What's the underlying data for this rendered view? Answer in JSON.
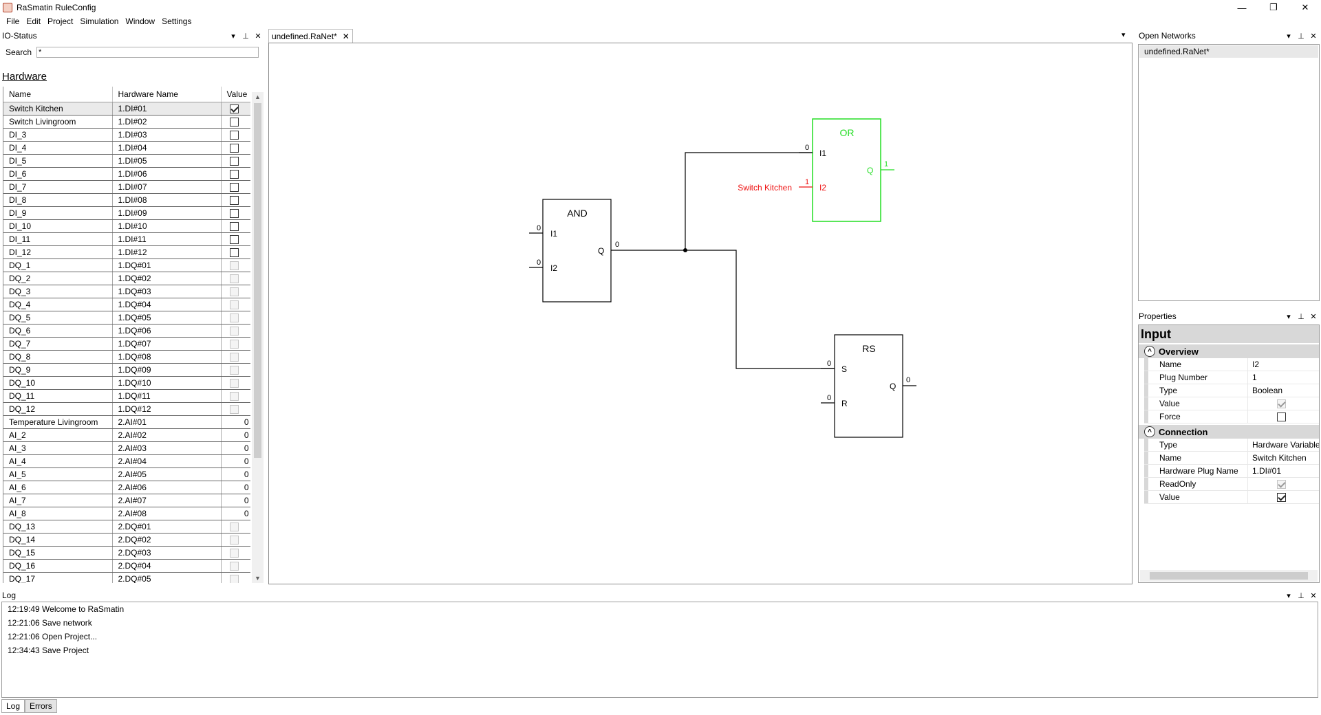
{
  "window": {
    "title": "RaSmatin RuleConfig",
    "controls": [
      "—",
      "❐",
      "✕"
    ]
  },
  "menu": [
    "File",
    "Edit",
    "Project",
    "Simulation",
    "Window",
    "Settings"
  ],
  "io_status": {
    "title": "IO-Status",
    "search_label": "Search",
    "search_value": "*",
    "section": "Hardware",
    "columns": [
      "Name",
      "Hardware Name",
      "Value"
    ],
    "rows": [
      {
        "name": "Switch Kitchen",
        "hw": "1.DI#01",
        "kind": "bool",
        "value": true,
        "disabled": false
      },
      {
        "name": "Switch Livingroom",
        "hw": "1.DI#02",
        "kind": "bool",
        "value": false,
        "disabled": false
      },
      {
        "name": "DI_3",
        "hw": "1.DI#03",
        "kind": "bool",
        "value": false,
        "disabled": false
      },
      {
        "name": "DI_4",
        "hw": "1.DI#04",
        "kind": "bool",
        "value": false,
        "disabled": false
      },
      {
        "name": "DI_5",
        "hw": "1.DI#05",
        "kind": "bool",
        "value": false,
        "disabled": false
      },
      {
        "name": "DI_6",
        "hw": "1.DI#06",
        "kind": "bool",
        "value": false,
        "disabled": false
      },
      {
        "name": "DI_7",
        "hw": "1.DI#07",
        "kind": "bool",
        "value": false,
        "disabled": false
      },
      {
        "name": "DI_8",
        "hw": "1.DI#08",
        "kind": "bool",
        "value": false,
        "disabled": false
      },
      {
        "name": "DI_9",
        "hw": "1.DI#09",
        "kind": "bool",
        "value": false,
        "disabled": false
      },
      {
        "name": "DI_10",
        "hw": "1.DI#10",
        "kind": "bool",
        "value": false,
        "disabled": false
      },
      {
        "name": "DI_11",
        "hw": "1.DI#11",
        "kind": "bool",
        "value": false,
        "disabled": false
      },
      {
        "name": "DI_12",
        "hw": "1.DI#12",
        "kind": "bool",
        "value": false,
        "disabled": false
      },
      {
        "name": "DQ_1",
        "hw": "1.DQ#01",
        "kind": "bool",
        "value": false,
        "disabled": true
      },
      {
        "name": "DQ_2",
        "hw": "1.DQ#02",
        "kind": "bool",
        "value": false,
        "disabled": true
      },
      {
        "name": "DQ_3",
        "hw": "1.DQ#03",
        "kind": "bool",
        "value": false,
        "disabled": true
      },
      {
        "name": "DQ_4",
        "hw": "1.DQ#04",
        "kind": "bool",
        "value": false,
        "disabled": true
      },
      {
        "name": "DQ_5",
        "hw": "1.DQ#05",
        "kind": "bool",
        "value": false,
        "disabled": true
      },
      {
        "name": "DQ_6",
        "hw": "1.DQ#06",
        "kind": "bool",
        "value": false,
        "disabled": true
      },
      {
        "name": "DQ_7",
        "hw": "1.DQ#07",
        "kind": "bool",
        "value": false,
        "disabled": true
      },
      {
        "name": "DQ_8",
        "hw": "1.DQ#08",
        "kind": "bool",
        "value": false,
        "disabled": true
      },
      {
        "name": "DQ_9",
        "hw": "1.DQ#09",
        "kind": "bool",
        "value": false,
        "disabled": true
      },
      {
        "name": "DQ_10",
        "hw": "1.DQ#10",
        "kind": "bool",
        "value": false,
        "disabled": true
      },
      {
        "name": "DQ_11",
        "hw": "1.DQ#11",
        "kind": "bool",
        "value": false,
        "disabled": true
      },
      {
        "name": "DQ_12",
        "hw": "1.DQ#12",
        "kind": "bool",
        "value": false,
        "disabled": true
      },
      {
        "name": "Temperature Livingroom",
        "hw": "2.AI#01",
        "kind": "num",
        "value": "0",
        "disabled": false
      },
      {
        "name": "AI_2",
        "hw": "2.AI#02",
        "kind": "num",
        "value": "0",
        "disabled": false
      },
      {
        "name": "AI_3",
        "hw": "2.AI#03",
        "kind": "num",
        "value": "0",
        "disabled": false
      },
      {
        "name": "AI_4",
        "hw": "2.AI#04",
        "kind": "num",
        "value": "0",
        "disabled": false
      },
      {
        "name": "AI_5",
        "hw": "2.AI#05",
        "kind": "num",
        "value": "0",
        "disabled": false
      },
      {
        "name": "AI_6",
        "hw": "2.AI#06",
        "kind": "num",
        "value": "0",
        "disabled": false
      },
      {
        "name": "AI_7",
        "hw": "2.AI#07",
        "kind": "num",
        "value": "0",
        "disabled": false
      },
      {
        "name": "AI_8",
        "hw": "2.AI#08",
        "kind": "num",
        "value": "0",
        "disabled": false
      },
      {
        "name": "DQ_13",
        "hw": "2.DQ#01",
        "kind": "bool",
        "value": false,
        "disabled": true
      },
      {
        "name": "DQ_14",
        "hw": "2.DQ#02",
        "kind": "bool",
        "value": false,
        "disabled": true
      },
      {
        "name": "DQ_15",
        "hw": "2.DQ#03",
        "kind": "bool",
        "value": false,
        "disabled": true
      },
      {
        "name": "DQ_16",
        "hw": "2.DQ#04",
        "kind": "bool",
        "value": false,
        "disabled": true
      },
      {
        "name": "DQ_17",
        "hw": "2.DQ#05",
        "kind": "bool",
        "value": false,
        "disabled": true
      }
    ]
  },
  "document": {
    "tab_label": "undefined.RaNet*",
    "blocks": {
      "and": {
        "title": "AND",
        "inputs": [
          "I1",
          "I2"
        ],
        "input_values": [
          "0",
          "0"
        ],
        "output": "Q",
        "output_value": "0"
      },
      "or": {
        "title": "OR",
        "inputs": [
          "I1",
          "I2"
        ],
        "input_values": [
          "0",
          "1"
        ],
        "output": "Q",
        "output_value": "1",
        "i2_connection": "Switch Kitchen"
      },
      "rs": {
        "title": "RS",
        "inputs": [
          "S",
          "R"
        ],
        "input_values": [
          "0",
          "0"
        ],
        "output": "Q",
        "output_value": "0"
      }
    },
    "colors": {
      "active": "#22dd22",
      "connection": "#ee1111",
      "wire": "#000000"
    }
  },
  "open_networks": {
    "title": "Open Networks",
    "items": [
      "undefined.RaNet*"
    ]
  },
  "properties": {
    "title": "Properties",
    "object_type": "Input",
    "sections": [
      {
        "label": "Overview",
        "rows": [
          {
            "key": "Name",
            "kind": "text",
            "value": "I2"
          },
          {
            "key": "Plug Number",
            "kind": "text",
            "value": "1"
          },
          {
            "key": "Type",
            "kind": "text",
            "value": "Boolean"
          },
          {
            "key": "Value",
            "kind": "check",
            "value": true,
            "disabled": true
          },
          {
            "key": "Force",
            "kind": "check",
            "value": false,
            "disabled": false
          }
        ]
      },
      {
        "label": "Connection",
        "rows": [
          {
            "key": "Type",
            "kind": "text",
            "value": "Hardware Variable"
          },
          {
            "key": "Name",
            "kind": "text",
            "value": "Switch Kitchen"
          },
          {
            "key": "Hardware Plug Name",
            "kind": "text",
            "value": "1.DI#01"
          },
          {
            "key": "ReadOnly",
            "kind": "check",
            "value": true,
            "disabled": true
          },
          {
            "key": "Value",
            "kind": "check",
            "value": true,
            "disabled": false
          }
        ]
      }
    ]
  },
  "log": {
    "title": "Log",
    "lines": [
      "12:19:49 Welcome to RaSmatin",
      "12:21:06 Save network",
      "12:21:06 Open Project...",
      "12:34:43 Save Project"
    ],
    "tabs": [
      "Log",
      "Errors"
    ]
  },
  "panel_buttons": {
    "dropdown": "▾",
    "pin": "⊥",
    "close": "✕"
  }
}
